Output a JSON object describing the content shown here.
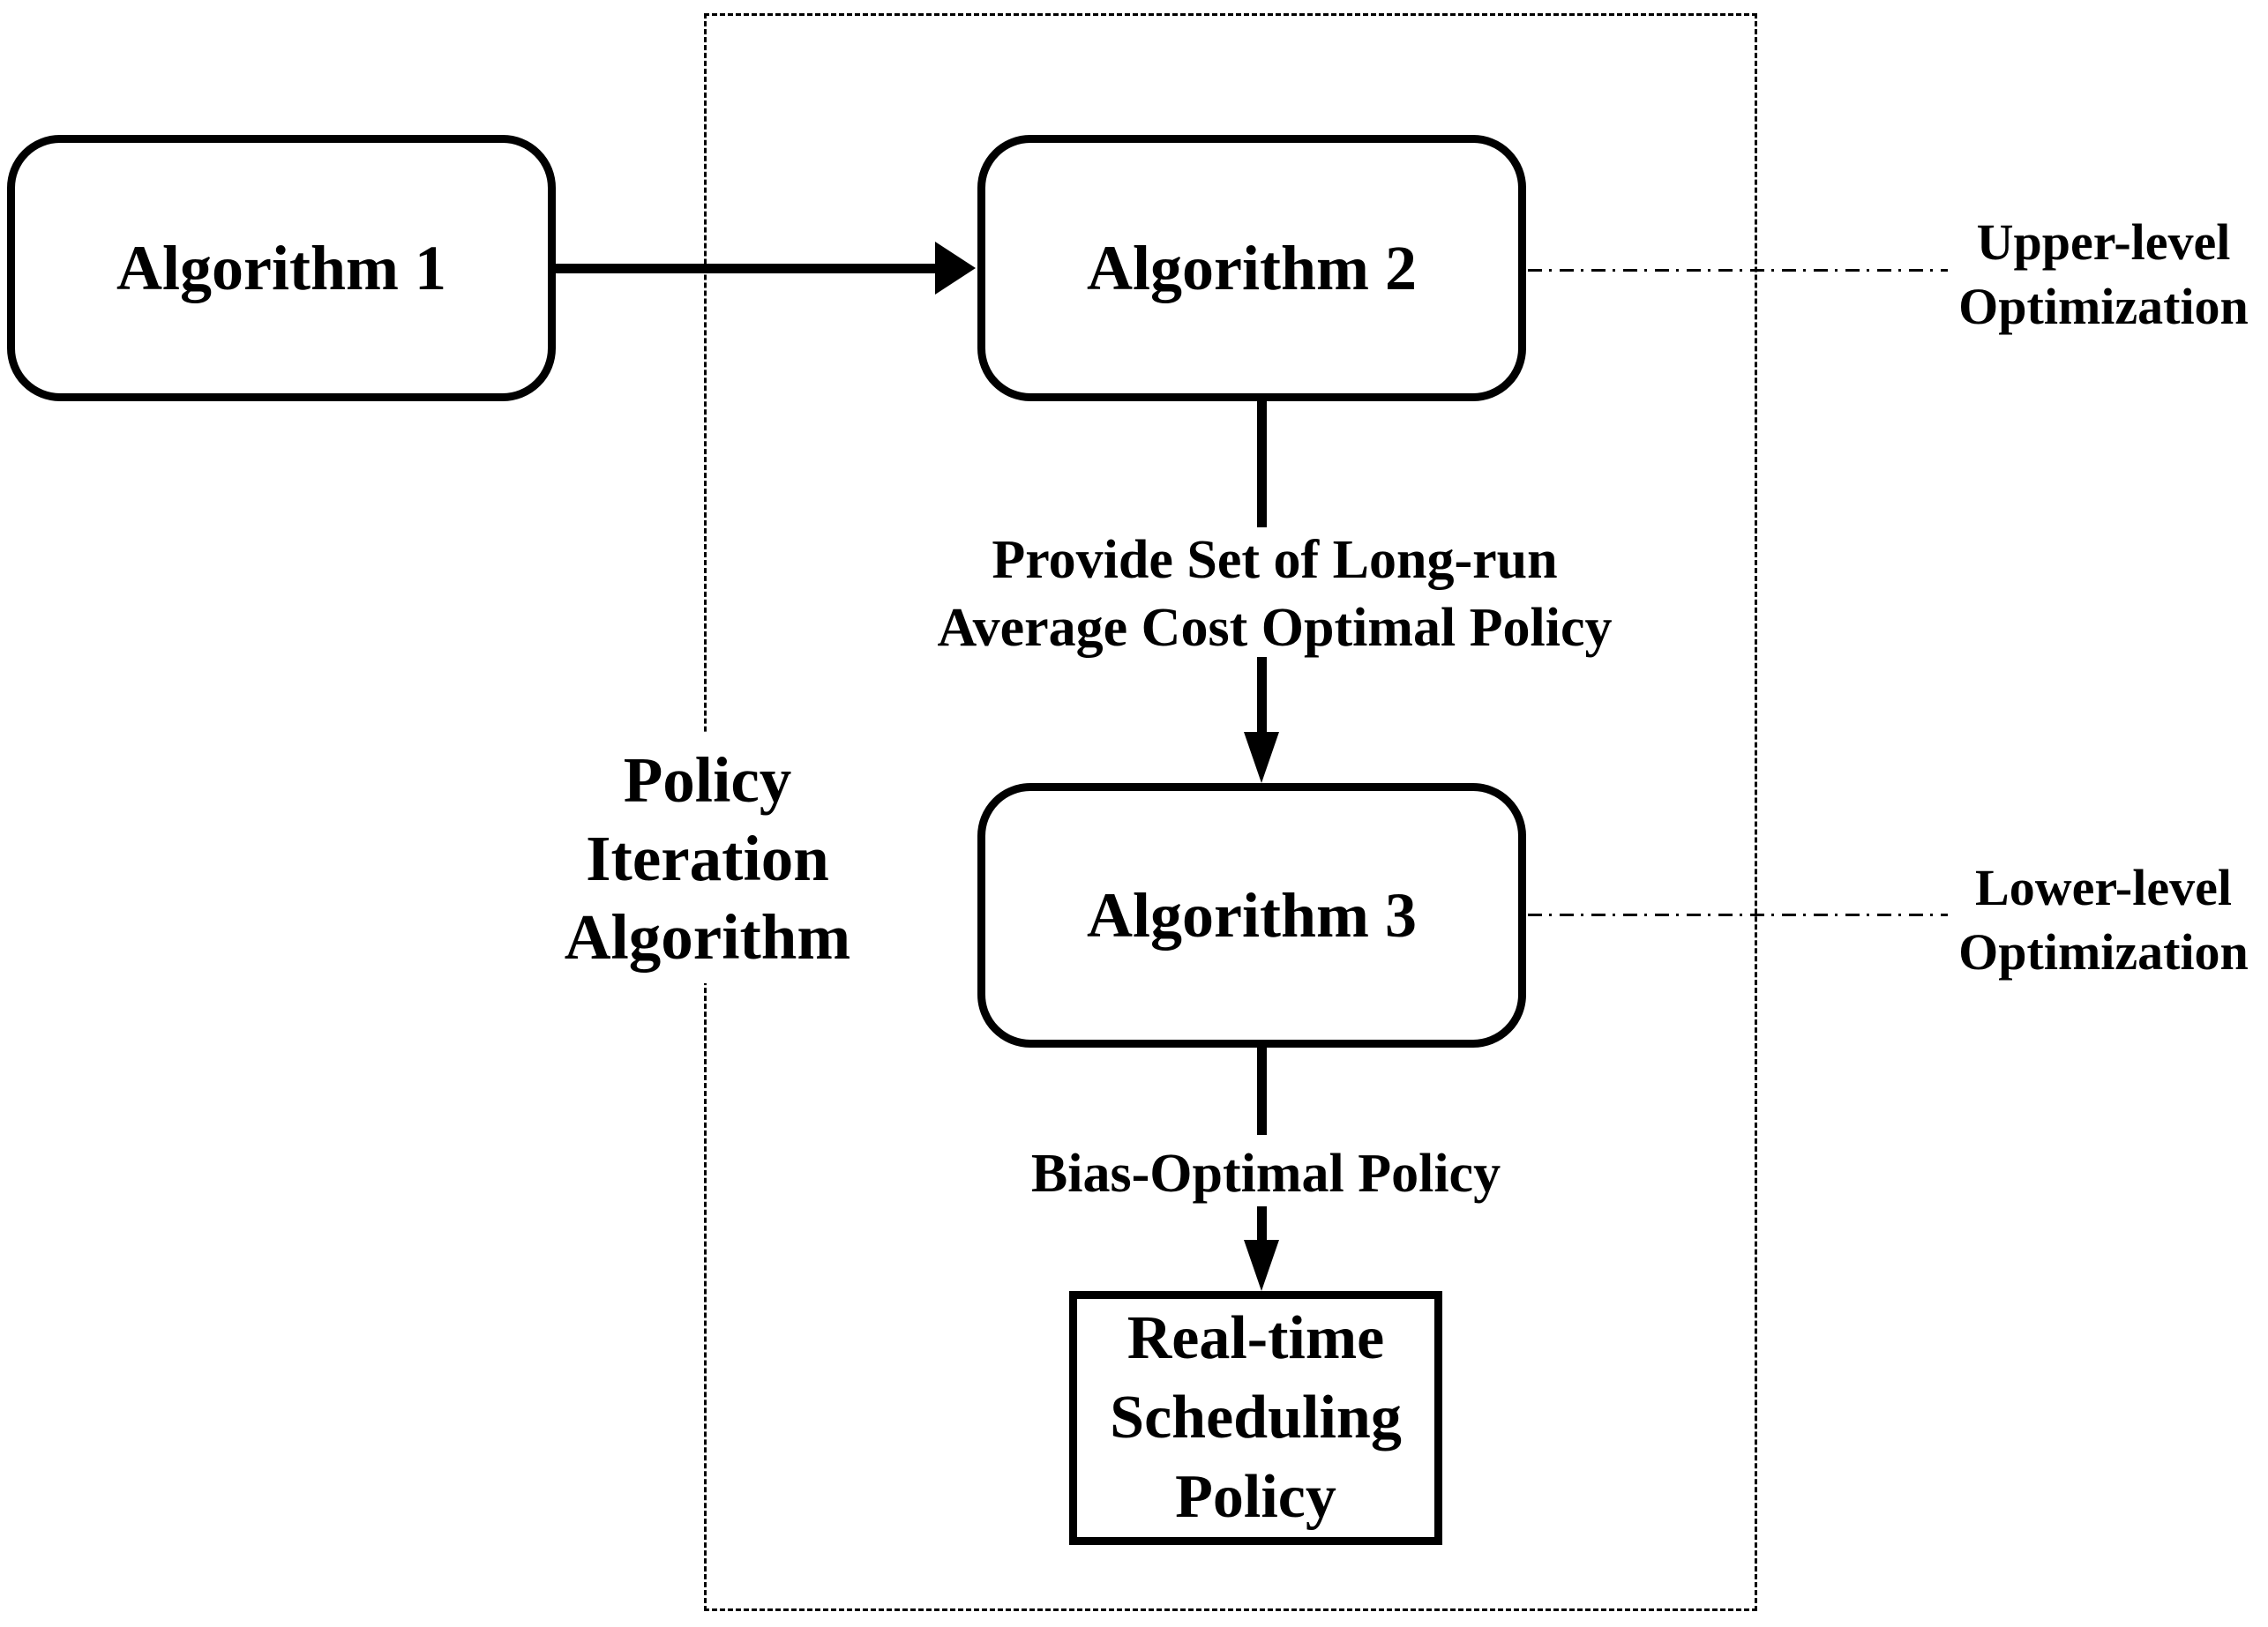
{
  "diagram": {
    "colors": {
      "ink": "#000000",
      "background": "#ffffff"
    },
    "nodes": {
      "algorithm1": {
        "label": "Algorithm 1"
      },
      "algorithm2": {
        "label": "Algorithm 2"
      },
      "algorithm3": {
        "label": "Algorithm 3"
      },
      "realtime": {
        "label_line1": "Real-time",
        "label_line2": "Scheduling",
        "label_line3": "Policy"
      }
    },
    "edge_labels": {
      "provide_line1": "Provide Set of Long-run",
      "provide_line2": "Average Cost Optimal Policy",
      "bias": "Bias-Optimal Policy"
    },
    "side_labels": {
      "upper_line1": "Upper-level",
      "upper_line2": "Optimization",
      "lower_line1": "Lower-level",
      "lower_line2": "Optimization",
      "left_line1": "Policy",
      "left_line2": "Iteration",
      "left_line3": "Algorithm"
    }
  }
}
